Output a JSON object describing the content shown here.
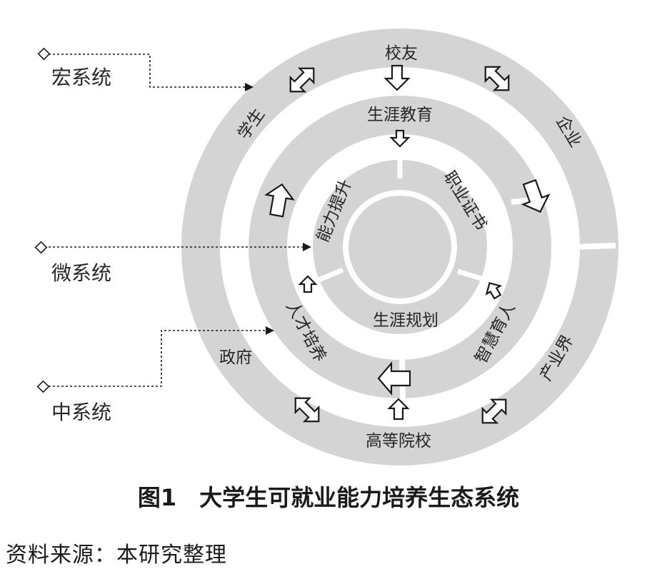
{
  "diagram": {
    "labels": {
      "macro_system": "宏系统",
      "micro_system": "微系统",
      "meso_system": "中系统"
    },
    "outer_ring": {
      "alumni": "校友",
      "students": "学生",
      "enterprise": "企业",
      "government": "政府",
      "industry": "产业界",
      "universities": "高等院校"
    },
    "middle_ring": {
      "career_education": "生涯教育",
      "talent_cultivation": "人才培养",
      "smart_education": "智慧育人"
    },
    "inner_ring": {
      "ability_improvement": "能力提升",
      "professional_certificate": "职业证书",
      "career_planning": "生涯规划"
    }
  },
  "caption": "图1　大学生可就业能力培养生态系统",
  "source": "资料来源：本研究整理",
  "colors": {
    "ring_fill": "#d4d4d4",
    "line": "#1a1a1a",
    "background": "#ffffff"
  }
}
